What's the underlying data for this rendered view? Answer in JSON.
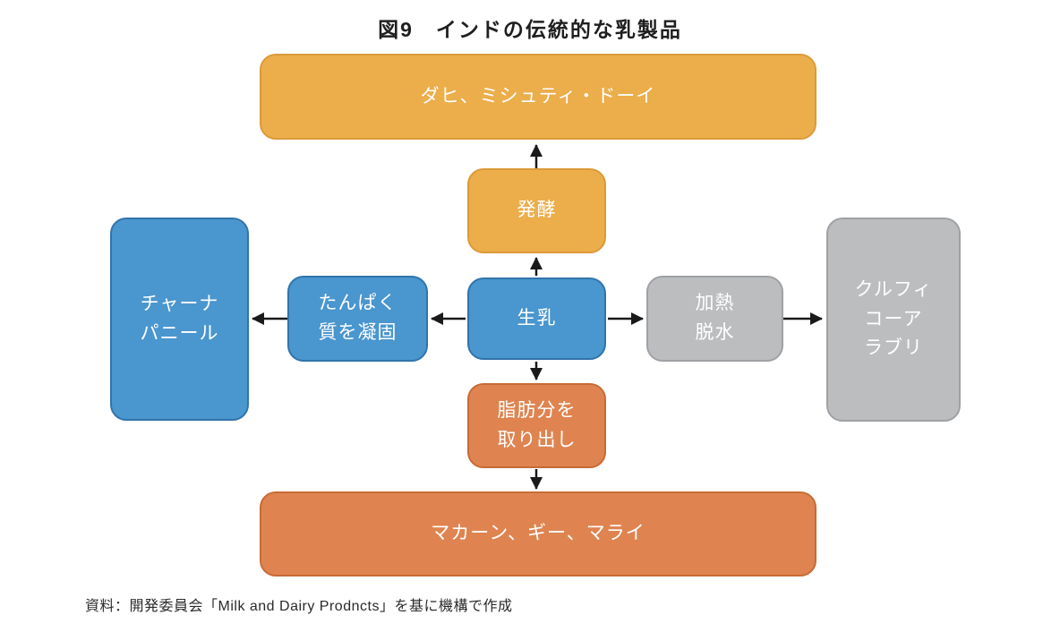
{
  "title": "図9　インドの伝統的な乳製品",
  "source": "資料：開発委員会「Milk and Dairy Prodncts」を基に機構で作成",
  "colors": {
    "yellow": "#ECAD4B",
    "yellow_border": "#DC9A39",
    "blue": "#4A96CF",
    "blue_border": "#3174AB",
    "gray": "#BCBDBF",
    "gray_border": "#9FA1A4",
    "orange": "#DF8450",
    "orange_border": "#C76B35",
    "arrow": "#1A1A1A",
    "node_text": "#FFFFFF"
  },
  "nodes": {
    "top_product": {
      "label": "ダヒ、ミシュティ・ドーイ"
    },
    "fermentation": {
      "label": "発酵"
    },
    "raw_milk": {
      "label": "生乳"
    },
    "protein_coagulation": {
      "label": "たんぱく\n質を凝固"
    },
    "chhana_paneer": {
      "label": "チャーナ\nパニール"
    },
    "heat_dehydration": {
      "label": "加熱\n脱水"
    },
    "kulfi_khoa_rabri": {
      "label": "クルフィ\nコーア\nラブリ"
    },
    "fat_extraction": {
      "label": "脂肪分を\n取り出し"
    },
    "bottom_product": {
      "label": "マカーン、ギー、マライ"
    }
  }
}
